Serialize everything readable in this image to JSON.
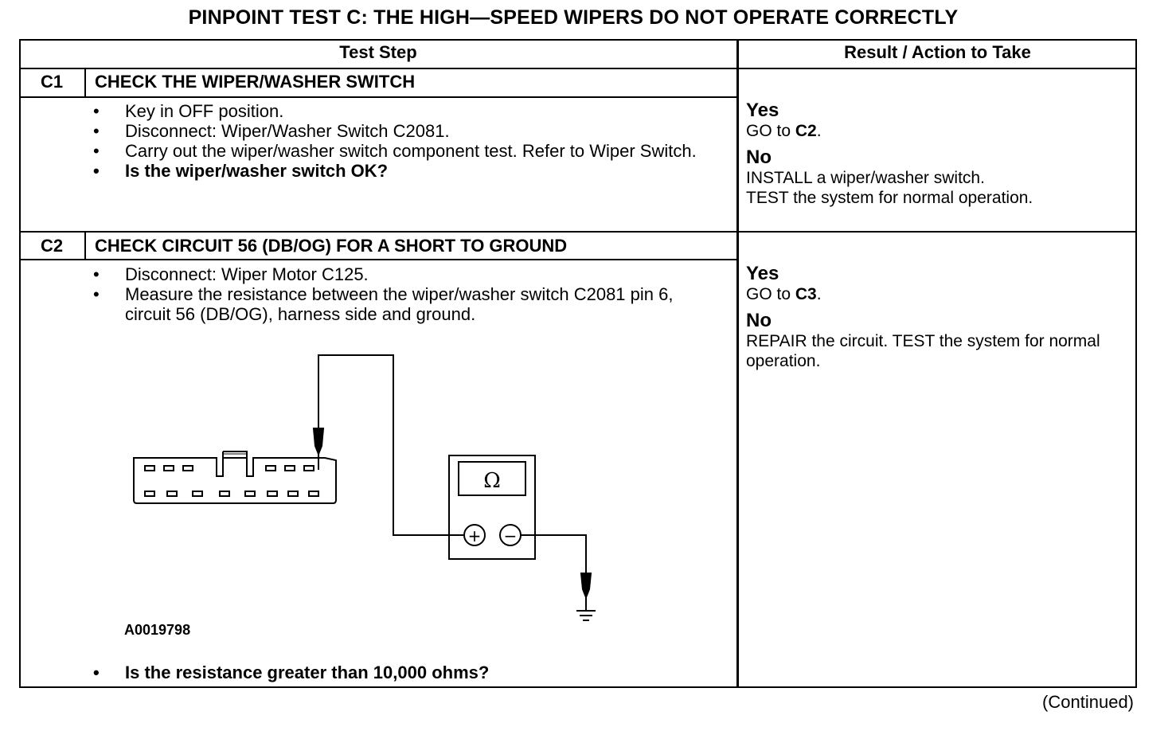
{
  "title": "PINPOINT TEST  C: THE HIGH—SPEED WIPERS DO NOT OPERATE CORRECTLY",
  "headers": {
    "test_step": "Test Step",
    "result": "Result / Action to Take"
  },
  "steps": [
    {
      "id": "C1",
      "title": "CHECK THE WIPER/WASHER SWITCH",
      "bullets": [
        "Key in OFF position.",
        "Disconnect: Wiper/Washer Switch C2081.",
        "Carry out the wiper/washer switch component test. Refer to Wiper Switch.",
        "Is the wiper/washer switch OK?"
      ],
      "yes_label": "Yes",
      "yes_text": "GO to",
      "yes_target": "C2",
      "no_label": "No",
      "no_text_1": "INSTALL a wiper/washer switch.",
      "no_text_2": "TEST the system for normal operation."
    },
    {
      "id": "C2",
      "title": "CHECK CIRCUIT 56 (DB/OG) FOR A SHORT TO GROUND",
      "bullets": [
        "Disconnect: Wiper Motor C125.",
        "Measure the resistance between the wiper/washer switch C2081 pin 6, circuit 56 (DB/OG), harness side and ground.",
        "Is the resistance greater than 10,000 ohms?"
      ],
      "figure_id": "A0019798",
      "meter_symbol": "Ω",
      "plus_symbol": "+",
      "minus_symbol": "−",
      "yes_label": "Yes",
      "yes_text": "GO to",
      "yes_target": "C3",
      "no_label": "No",
      "no_text": "REPAIR the circuit. TEST the system for normal operation."
    }
  ],
  "continued": "(Continued)"
}
